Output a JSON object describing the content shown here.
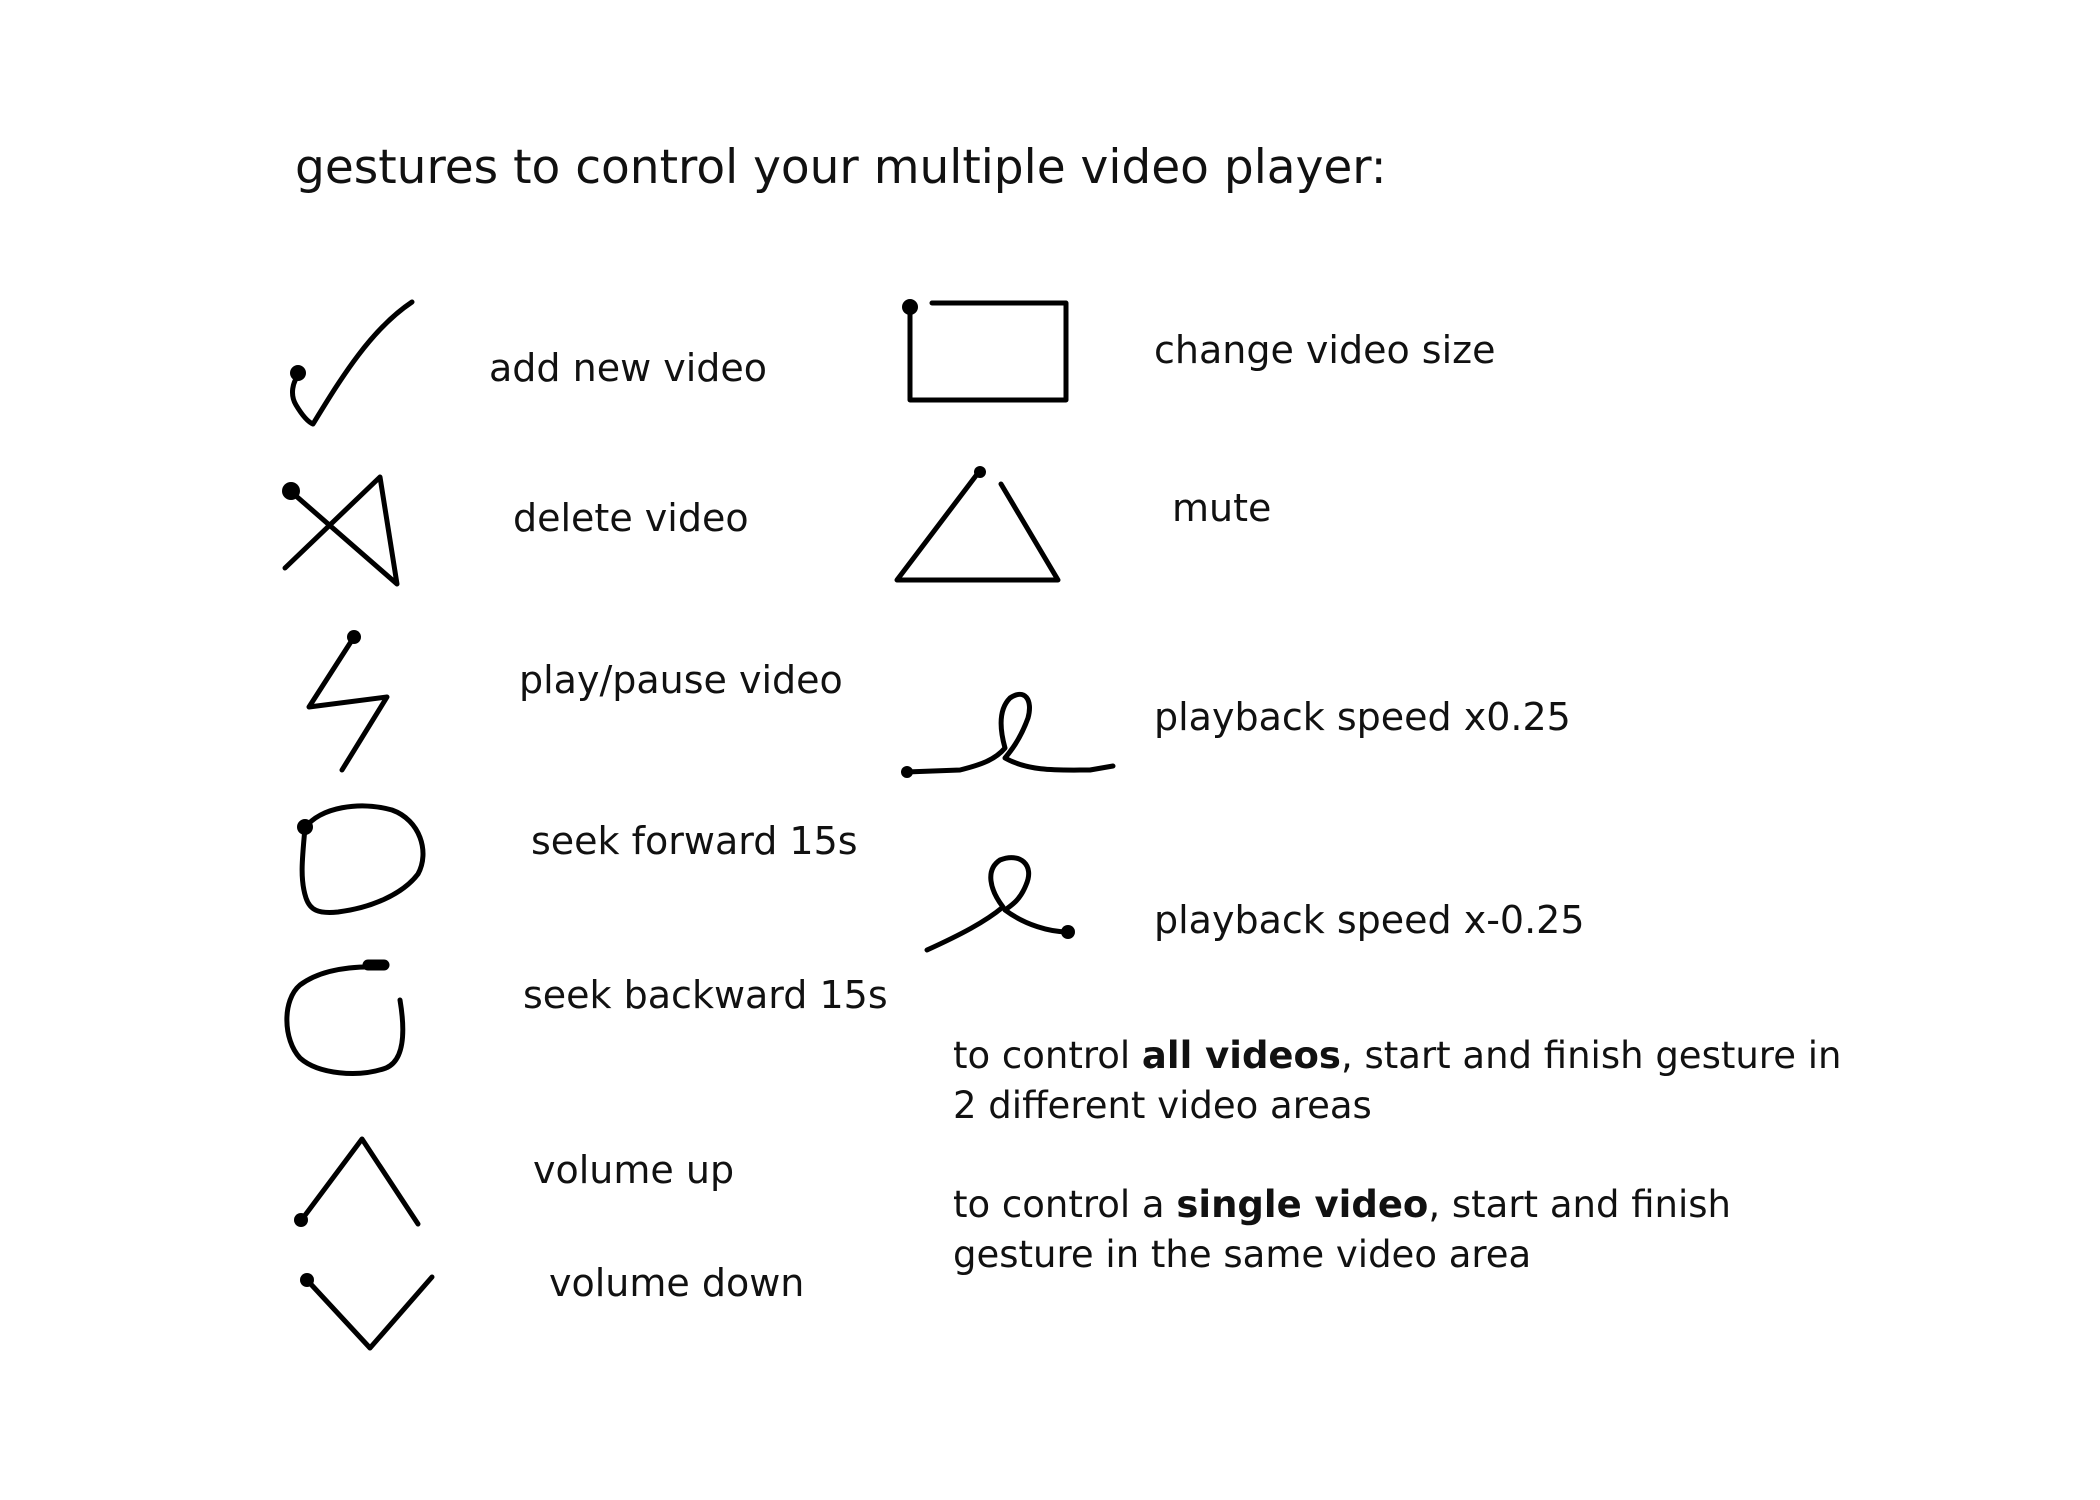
{
  "title": "gestures to control your multiple video player:",
  "gestures": [
    {
      "label": "add new video",
      "icon": "checkmark-gesture-icon"
    },
    {
      "label": "delete video",
      "icon": "bowtie-gesture-icon"
    },
    {
      "label": "play/pause video",
      "icon": "zigzag-gesture-icon"
    },
    {
      "label": "seek forward 15s",
      "icon": "clockwise-circle-gesture-icon"
    },
    {
      "label": "seek backward 15s",
      "icon": "counterclockwise-circle-gesture-icon"
    },
    {
      "label": "volume up",
      "icon": "caret-up-gesture-icon"
    },
    {
      "label": "volume down",
      "icon": "caret-down-gesture-icon"
    },
    {
      "label": "change video size",
      "icon": "rectangle-gesture-icon"
    },
    {
      "label": "mute",
      "icon": "triangle-gesture-icon"
    },
    {
      "label": "playback speed x0.25",
      "icon": "loop-forward-gesture-icon"
    },
    {
      "label": "playback speed x-0.25",
      "icon": "loop-backward-gesture-icon"
    }
  ],
  "notes": {
    "all": {
      "before": "to control ",
      "bold": "all videos",
      "after": ", start and finish gesture in 2 different video areas"
    },
    "single": {
      "before": "to control a ",
      "bold": "single video",
      "after": ", start and finish gesture in the same video area"
    }
  }
}
